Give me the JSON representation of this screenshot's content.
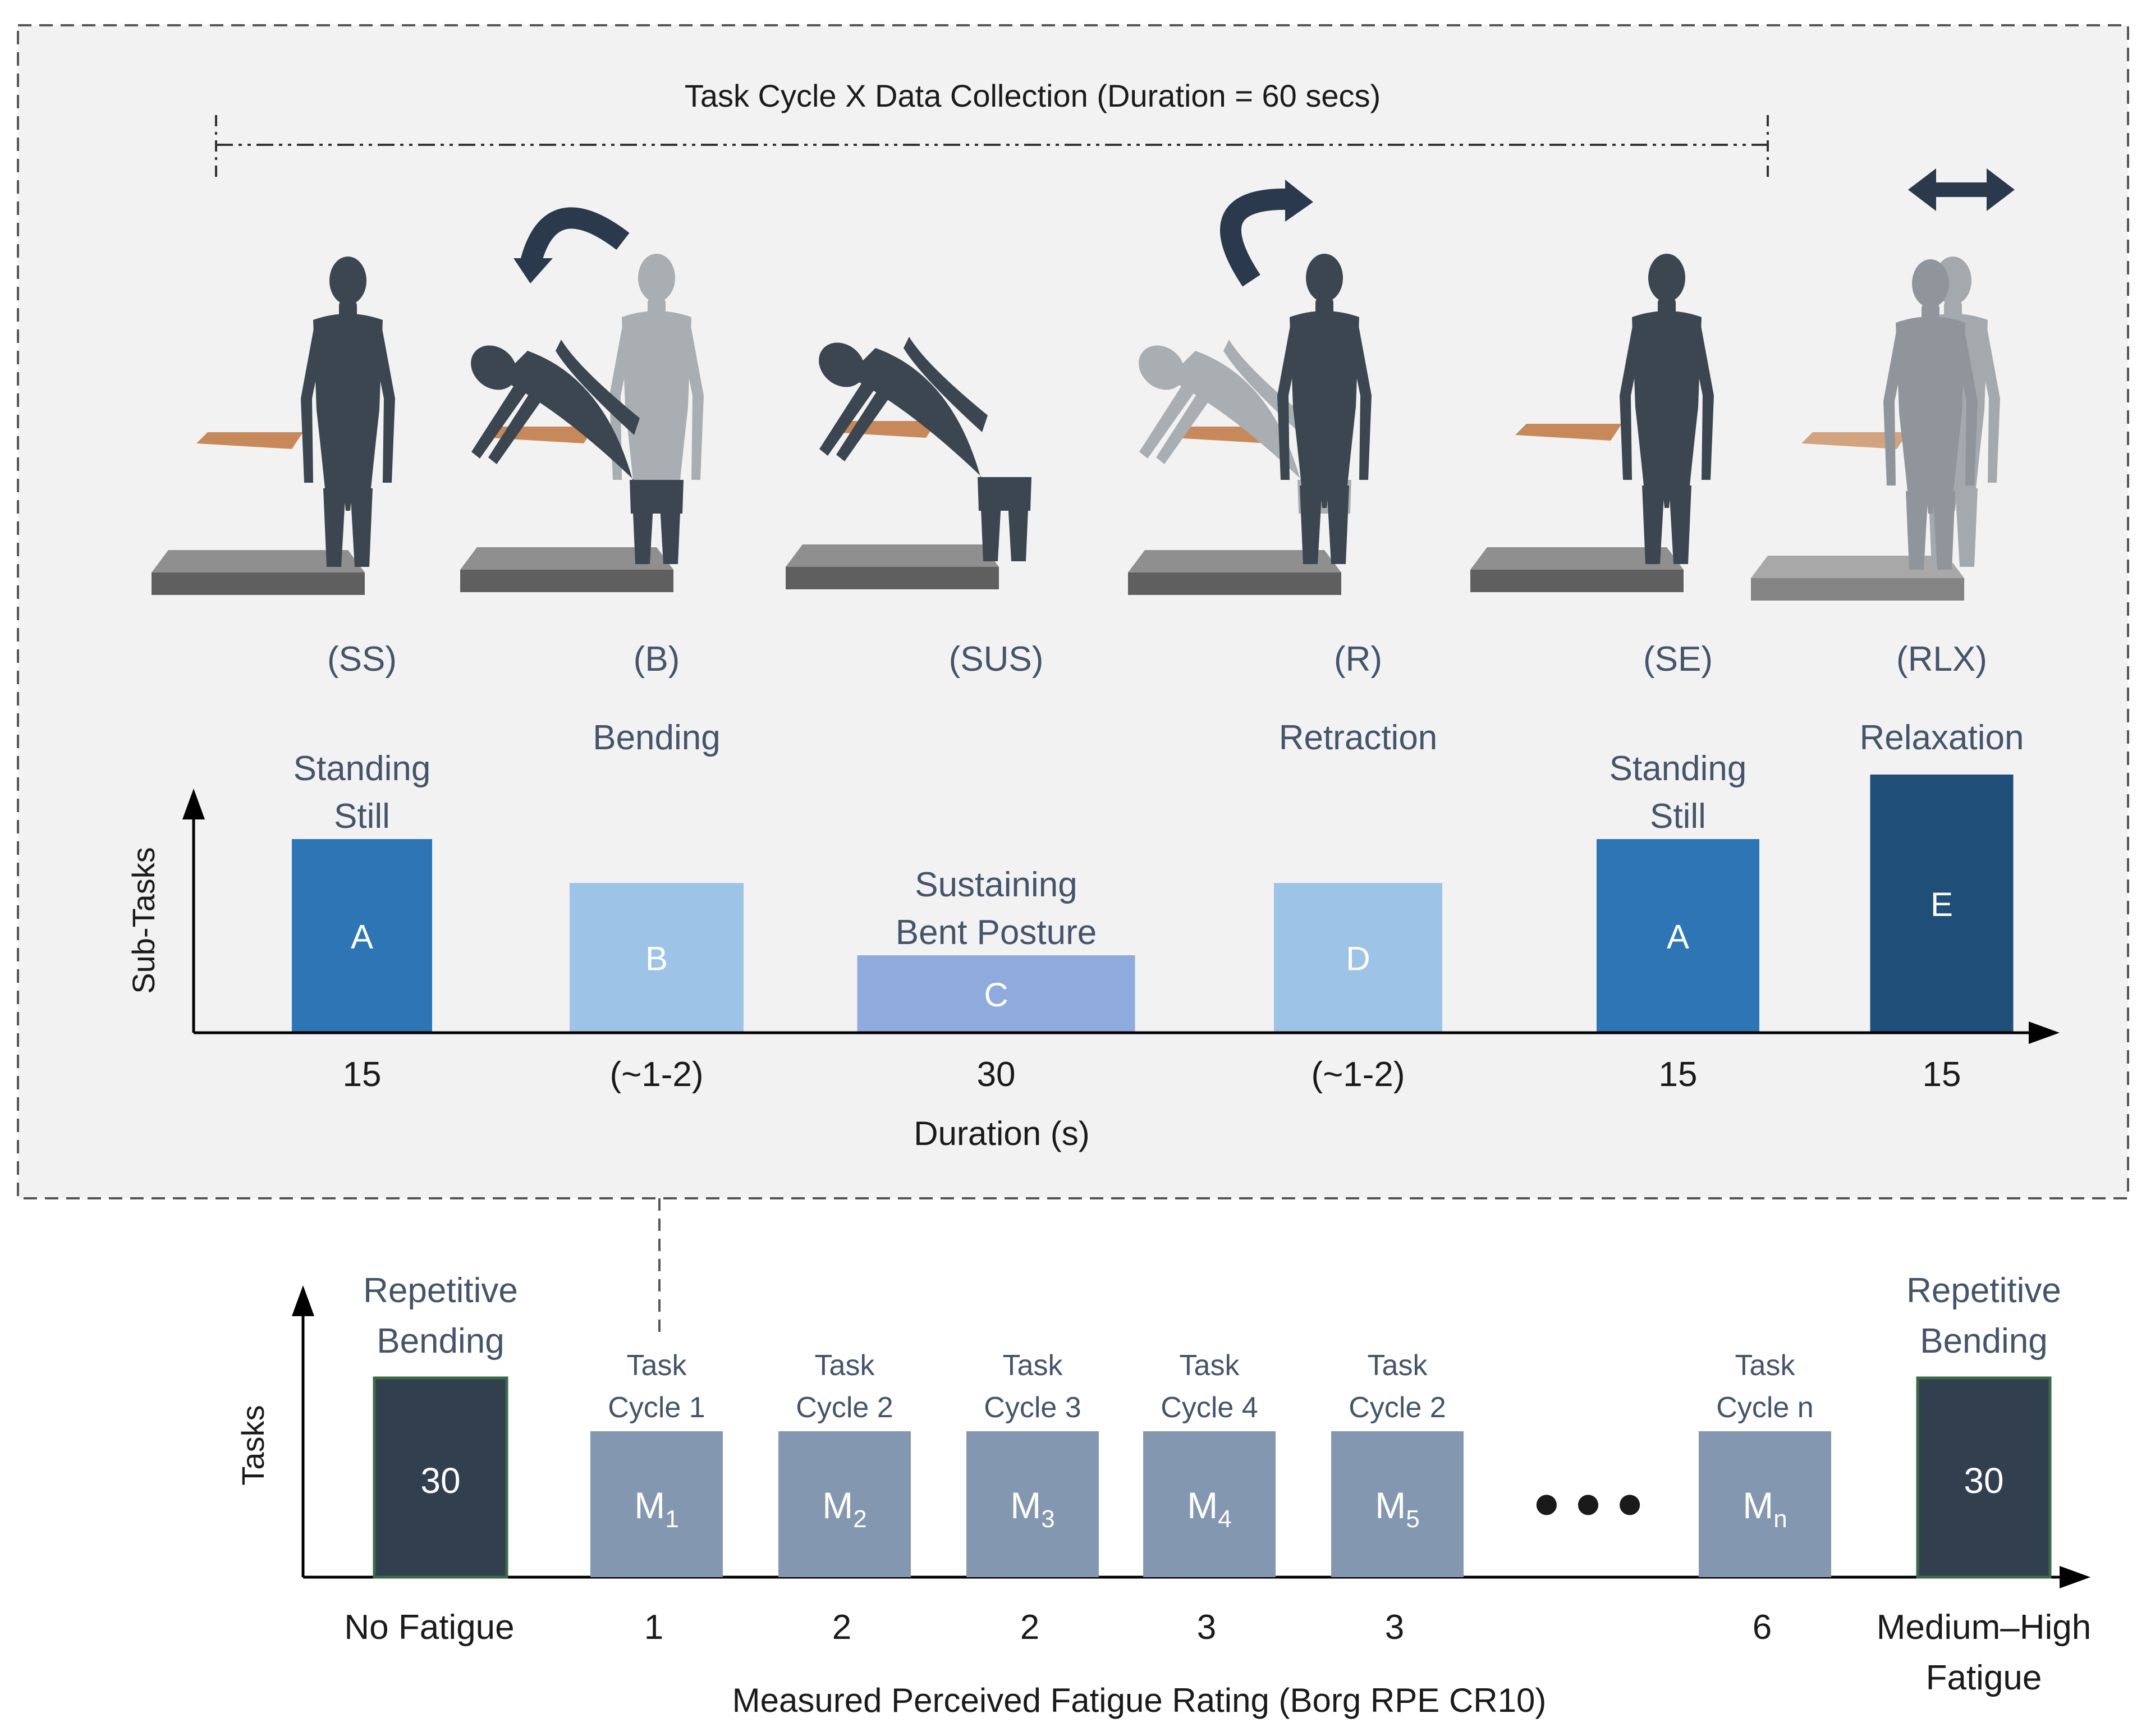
{
  "top_panel": {
    "title": "Task Cycle X Data Collection (Duration = 60 secs)",
    "y_axis_label": "Sub-Tasks",
    "x_axis_label": "Duration (s)",
    "subtasks": [
      {
        "code": "(SS)",
        "name_line1": "Standing",
        "name_line2": "Still",
        "bar_label": "A",
        "duration": "15",
        "level": 0.75,
        "color": "#2e75b6"
      },
      {
        "code": "(B)",
        "name_line1": "Bending",
        "name_line2": "",
        "bar_label": "B",
        "duration": "(~1-2)",
        "level": 0.58,
        "color": "#9dc3e6"
      },
      {
        "code": "(SUS)",
        "name_line1": "Sustaining",
        "name_line2": "Bent Posture",
        "bar_label": "C",
        "duration": "30",
        "level": 0.3,
        "color": "#8faadc"
      },
      {
        "code": "(R)",
        "name_line1": "Retraction",
        "name_line2": "",
        "bar_label": "D",
        "duration": "(~1-2)",
        "level": 0.58,
        "color": "#9dc3e6"
      },
      {
        "code": "(SE)",
        "name_line1": "Standing",
        "name_line2": "Still",
        "bar_label": "A",
        "duration": "15",
        "level": 0.75,
        "color": "#2e75b6"
      },
      {
        "code": "(RLX)",
        "name_line1": "Relaxation",
        "name_line2": "",
        "bar_label": "E",
        "duration": "15",
        "level": 1.0,
        "color": "#1f4e79"
      }
    ]
  },
  "bottom_panel": {
    "y_axis_label": "Tasks",
    "x_axis_label": "Measured Perceived Fatigue Rating (Borg RPE CR10)",
    "ellipsis": "● ● ●",
    "end_blocks": [
      {
        "title_line1": "Repetitive",
        "title_line2": "Bending",
        "value": "30",
        "rating_line1": "No Fatigue",
        "rating_line2": ""
      },
      {
        "title_line1": "Repetitive",
        "title_line2": "Bending",
        "value": "30",
        "rating_line1": "Medium–High",
        "rating_line2": "Fatigue"
      }
    ],
    "cycles": [
      {
        "title_line1": "Task",
        "title_line2": "Cycle 1",
        "m": "M",
        "sub": "1",
        "rating": "1"
      },
      {
        "title_line1": "Task",
        "title_line2": "Cycle 2",
        "m": "M",
        "sub": "2",
        "rating": "2"
      },
      {
        "title_line1": "Task",
        "title_line2": "Cycle 3",
        "m": "M",
        "sub": "3",
        "rating": "2"
      },
      {
        "title_line1": "Task",
        "title_line2": "Cycle 4",
        "m": "M",
        "sub": "4",
        "rating": "3"
      },
      {
        "title_line1": "Task",
        "title_line2": "Cycle 2",
        "m": "M",
        "sub": "5",
        "rating": "3"
      },
      {
        "title_line1": "Task",
        "title_line2": "Cycle n",
        "m": "M",
        "sub": "n",
        "rating": "6"
      }
    ]
  },
  "colors": {
    "panel_bg": "#f2f2f2",
    "figure": "#3b4650",
    "ghost_figure": "#a9aeb2",
    "board": "#c8895a",
    "platform": "#777777",
    "arrow": "#2a3a4c",
    "cycle_block": "#8497b0",
    "end_block": "#323f4f"
  }
}
